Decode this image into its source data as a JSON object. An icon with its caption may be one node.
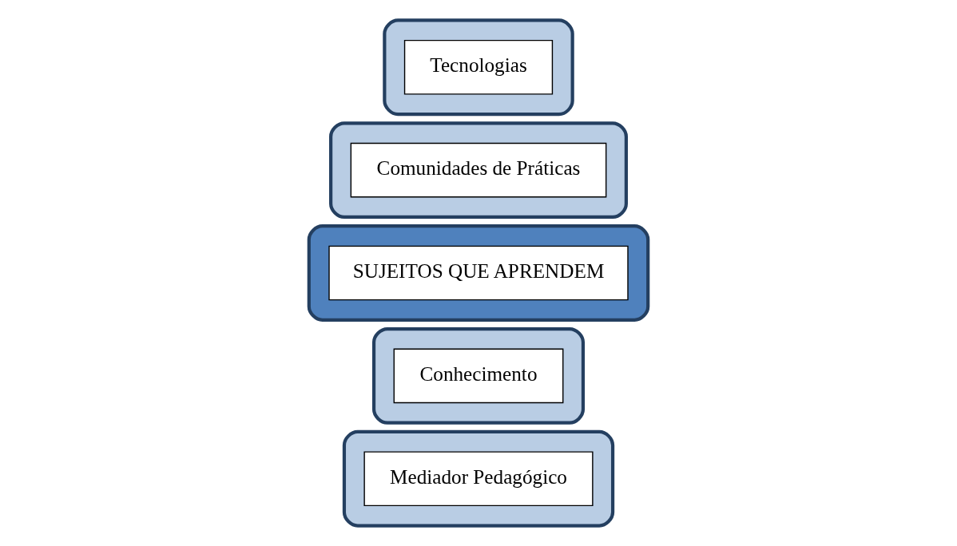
{
  "diagram": {
    "nodes": [
      {
        "text": [],
        "shape": "box"
      },
      {
        "text": [
          "Mediador Pedagógico"
        ],
        "in": 0
      },
      {
        "text": [],
        "shape": "box"
      },
      {
        "text": [
          "Conhecimento"
        ],
        "in": 2
      },
      {
        "text": [],
        "shape": "ellipse"
      },
      {
        "text": [
          "SUJEITOS QUE APRENDEM"
        ],
        "in": 4
      },
      {
        "text": [],
        "shape": "box"
      },
      {
        "text": [
          "Comunidades de Práticas"
        ],
        "in": 6
      },
      {
        "text": [],
        "shape": "box"
      },
      {
        "text": [
          "Tecnologias"
        ],
        "in": 8
      }
    ],
    "edges": []
  }
}
